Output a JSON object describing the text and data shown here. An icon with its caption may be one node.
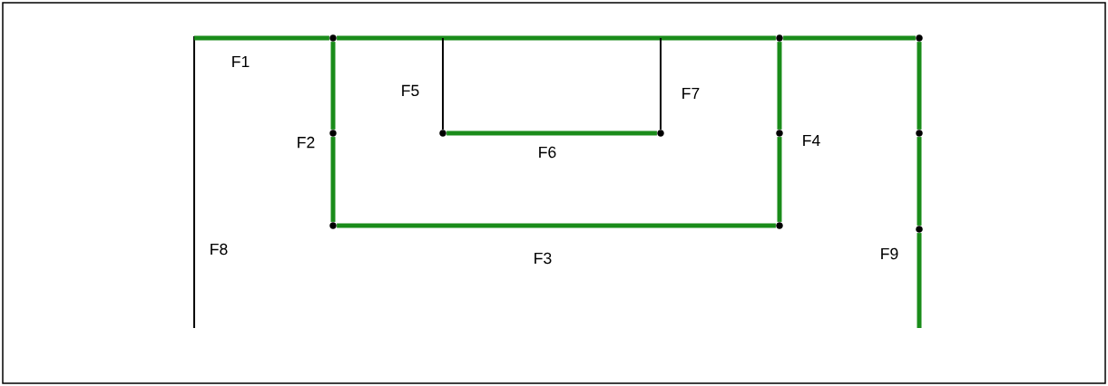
{
  "diagram": {
    "nodes": [
      {
        "text": [],
        "shape": "circle"
      },
      {
        "text": [],
        "shape": "circle"
      },
      {
        "text": [],
        "shape": "circle"
      },
      {
        "text": [],
        "shape": "circle"
      },
      {
        "text": [],
        "shape": "circle"
      },
      {
        "text": [],
        "shape": "circle"
      },
      {
        "text": [],
        "shape": "circle"
      },
      {
        "text": [],
        "shape": "circle"
      },
      {
        "text": [],
        "shape": "circle"
      },
      {
        "text": [],
        "shape": "circle"
      },
      {
        "text": [],
        "shape": "circle"
      }
    ],
    "edges": [
      {
        "from": null,
        "to": 0,
        "arrow": "none",
        "label": "F1"
      },
      {
        "from": 0,
        "to": 1,
        "arrow": "none"
      },
      {
        "from": 1,
        "to": 2,
        "arrow": "none"
      },
      {
        "from": 0,
        "to": 3,
        "arrow": "none",
        "label": "F2"
      },
      {
        "from": 3,
        "to": 8,
        "arrow": "none"
      },
      {
        "from": null,
        "to": 4,
        "arrow": "none",
        "label": "F5",
        "color": "#000000"
      },
      {
        "from": null,
        "to": 5,
        "arrow": "none",
        "label": "F7",
        "color": "#000000"
      },
      {
        "from": 4,
        "to": 5,
        "arrow": "none",
        "label": "F6"
      },
      {
        "from": 1,
        "to": 6,
        "arrow": "none",
        "label": "F4"
      },
      {
        "from": 6,
        "to": 9,
        "arrow": "none"
      },
      {
        "from": 8,
        "to": 9,
        "arrow": "none",
        "label": "F3"
      },
      {
        "from": 2,
        "to": 7,
        "arrow": "none"
      },
      {
        "from": 7,
        "to": 10,
        "arrow": "none"
      },
      {
        "from": 10,
        "to": null,
        "arrow": "none",
        "label": "F9"
      }
    ],
    "labels": [
      "F8"
    ]
  }
}
